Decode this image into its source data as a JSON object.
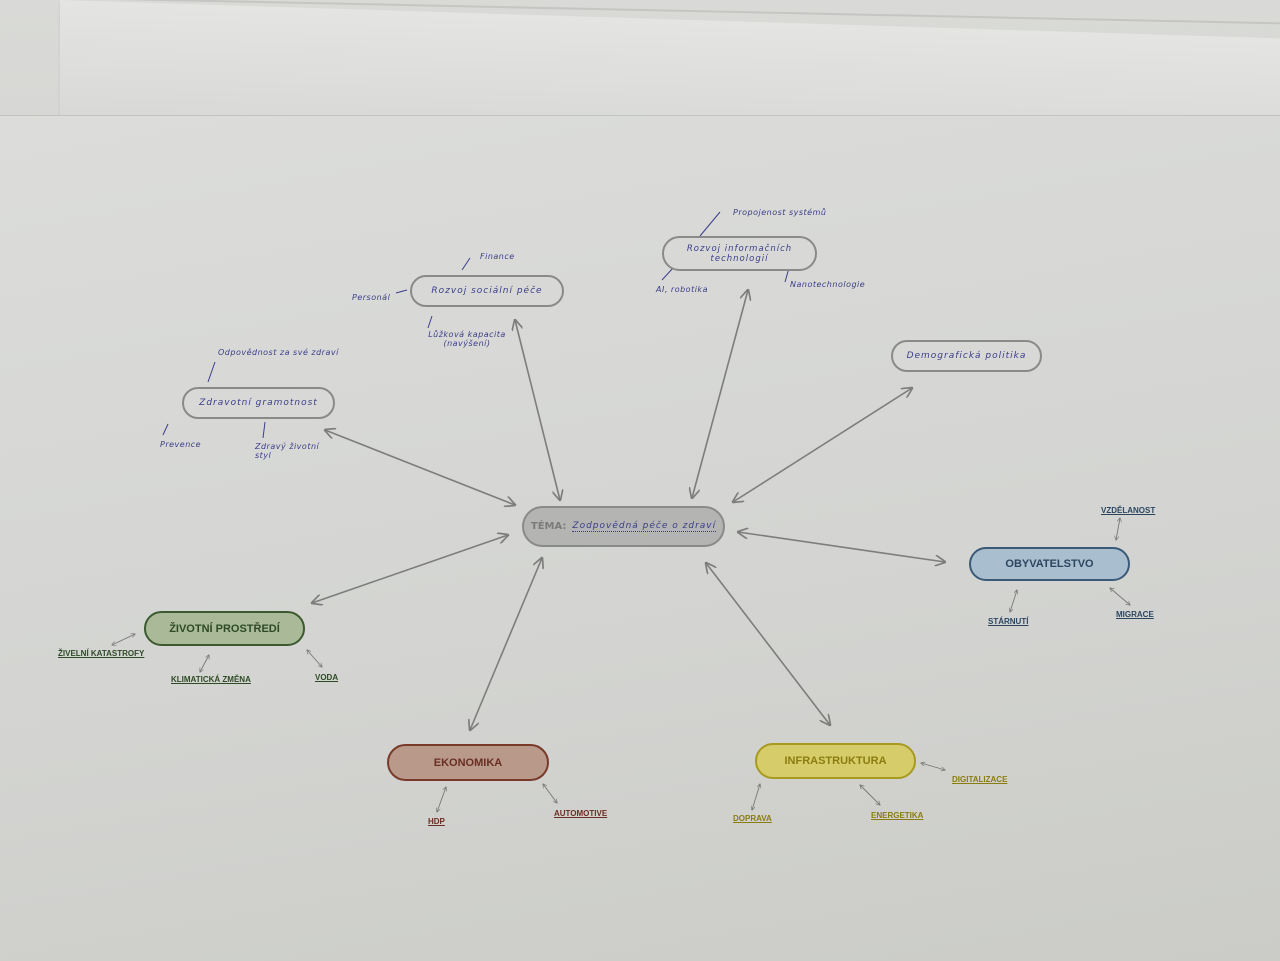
{
  "center": {
    "prefix": "TÉMA:",
    "topic": "Zodpovědná péče o zdraví"
  },
  "hand_nodes": {
    "health_literacy": {
      "title": "Zdravotní gramotnost",
      "subs": [
        "Odpovědnost za své zdraví",
        "Prevence",
        "Zdravý životní styl"
      ]
    },
    "social_care": {
      "title": "Rozvoj sociální péče",
      "subs": [
        "Finance",
        "Personál",
        "Lůžková kapacita (navýšení)"
      ]
    },
    "it": {
      "title": "Rozvoj informačních technologií",
      "subs": [
        "Propojenost systémů",
        "AI, robotika",
        "Nanotechnologie"
      ]
    },
    "demography": {
      "title": "Demografická politika"
    }
  },
  "print_nodes": {
    "population": {
      "title": "OBYVATELSTVO",
      "subs": [
        "VZDĚLANOST",
        "STÁRNUTÍ",
        "MIGRACE"
      ],
      "fill": "#a9bfcf",
      "border": "#3b5a78",
      "text": "#2c4660"
    },
    "environment": {
      "title": "ŽIVOTNÍ PROSTŘEDÍ",
      "subs": [
        "ŽIVELNÍ KATASTROFY",
        "KLIMATICKÁ ZMĚNA",
        "VODA"
      ],
      "fill": "#aab998",
      "border": "#3c5a30",
      "text": "#2e4a26"
    },
    "economy": {
      "title": "EKONOMIKA",
      "subs": [
        "HDP",
        "AUTOMOTIVE"
      ],
      "fill": "#b8998a",
      "border": "#7a3a2a",
      "text": "#6a2e22"
    },
    "infrastructure": {
      "title": "INFRASTRUKTURA",
      "subs": [
        "DOPRAVA",
        "ENERGETIKA",
        "DIGITALIZACE"
      ],
      "fill": "#d6cc6a",
      "border": "#a89a20",
      "text": "#8a7c10"
    }
  }
}
